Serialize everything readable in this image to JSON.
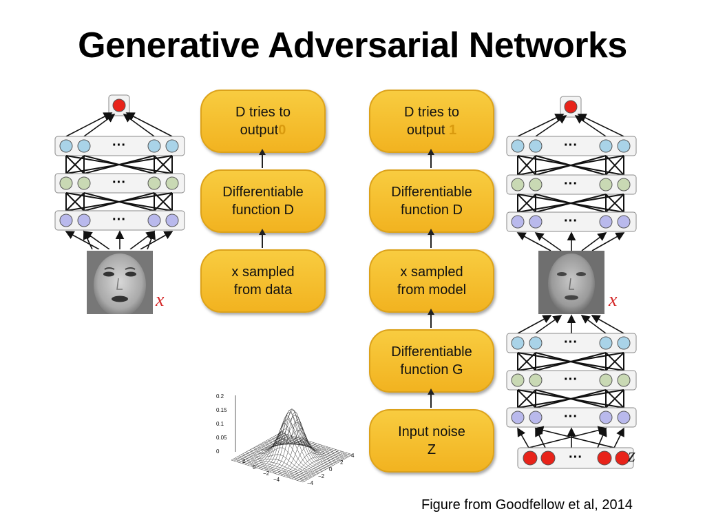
{
  "title": "Generative Adversarial Networks",
  "left_column": {
    "box_output": {
      "line1": "D tries to",
      "line2_text": "output",
      "line2_value": "0"
    },
    "box_d": {
      "line1": "Differentiable",
      "line2": "function D"
    },
    "box_x": {
      "line1": "x sampled",
      "line2": "from data"
    }
  },
  "right_column": {
    "box_output": {
      "line1": "D tries to",
      "line2_text": "output",
      "line2_value": "1"
    },
    "box_d": {
      "line1": "Differentiable",
      "line2": "function D"
    },
    "box_x": {
      "line1": "x sampled",
      "line2": "from model"
    },
    "box_g": {
      "line1": "Differentiable",
      "line2": "function G"
    },
    "box_noise": {
      "line1": "Input noise",
      "line2": "Z"
    }
  },
  "labels": {
    "x_left": "x",
    "x_right": "x",
    "z": "z",
    "dots": "···"
  },
  "surface_plot": {
    "zticks": [
      "0.2",
      "0.15",
      "0.1",
      "0.05",
      "0"
    ],
    "xticks": [
      "2",
      "0",
      "−2",
      "−4"
    ],
    "yticks": [
      "4",
      "2",
      "0",
      "−2",
      "−4"
    ]
  },
  "colors": {
    "pill": "#f4be2c",
    "red_node": "#e8231a",
    "blue_node": "#a9d3e8",
    "green_node": "#c9d9b4",
    "purple_node": "#b9b9ec"
  },
  "caption": "Figure from Goodfellow et al, 2014"
}
